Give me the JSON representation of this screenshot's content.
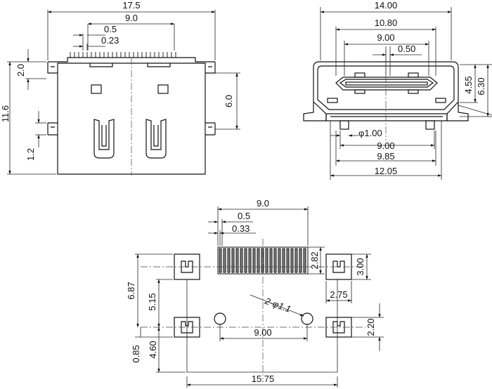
{
  "front_view": {
    "dims": {
      "overall_width": "17.5",
      "pin_span": "9.0",
      "pitch": "0.5",
      "pin_width": "0.23",
      "tab_height": "2.0",
      "overall_height": "11.6",
      "shell_height": "6.0",
      "lower_tab": "1.2"
    }
  },
  "side_view": {
    "dims": {
      "overall_width": "14.00",
      "shell_width": "10.80",
      "pin_span": "9.00",
      "pitch": "0.50",
      "height_inner": "4.55",
      "height_outer": "6.30",
      "peg_diameter": "φ1.00",
      "peg_span": "9.00",
      "inner_span": "9.85",
      "foot_span": "12.05"
    }
  },
  "footprint": {
    "dims": {
      "pin_span": "9.0",
      "pitch": "0.5",
      "pad_width": "0.33",
      "pad_length": "2.82",
      "tab_pad_height": "3.00",
      "tab_pad_width": "2.75",
      "overall_y": "6.87",
      "mid_y": "5.15",
      "hole_label": "2-φ1.1",
      "hole_span": "9.00",
      "lower_pad_height": "2.20",
      "lower_offset": "0.85",
      "lower_y": "4.60",
      "tab_span": "15.75"
    }
  }
}
